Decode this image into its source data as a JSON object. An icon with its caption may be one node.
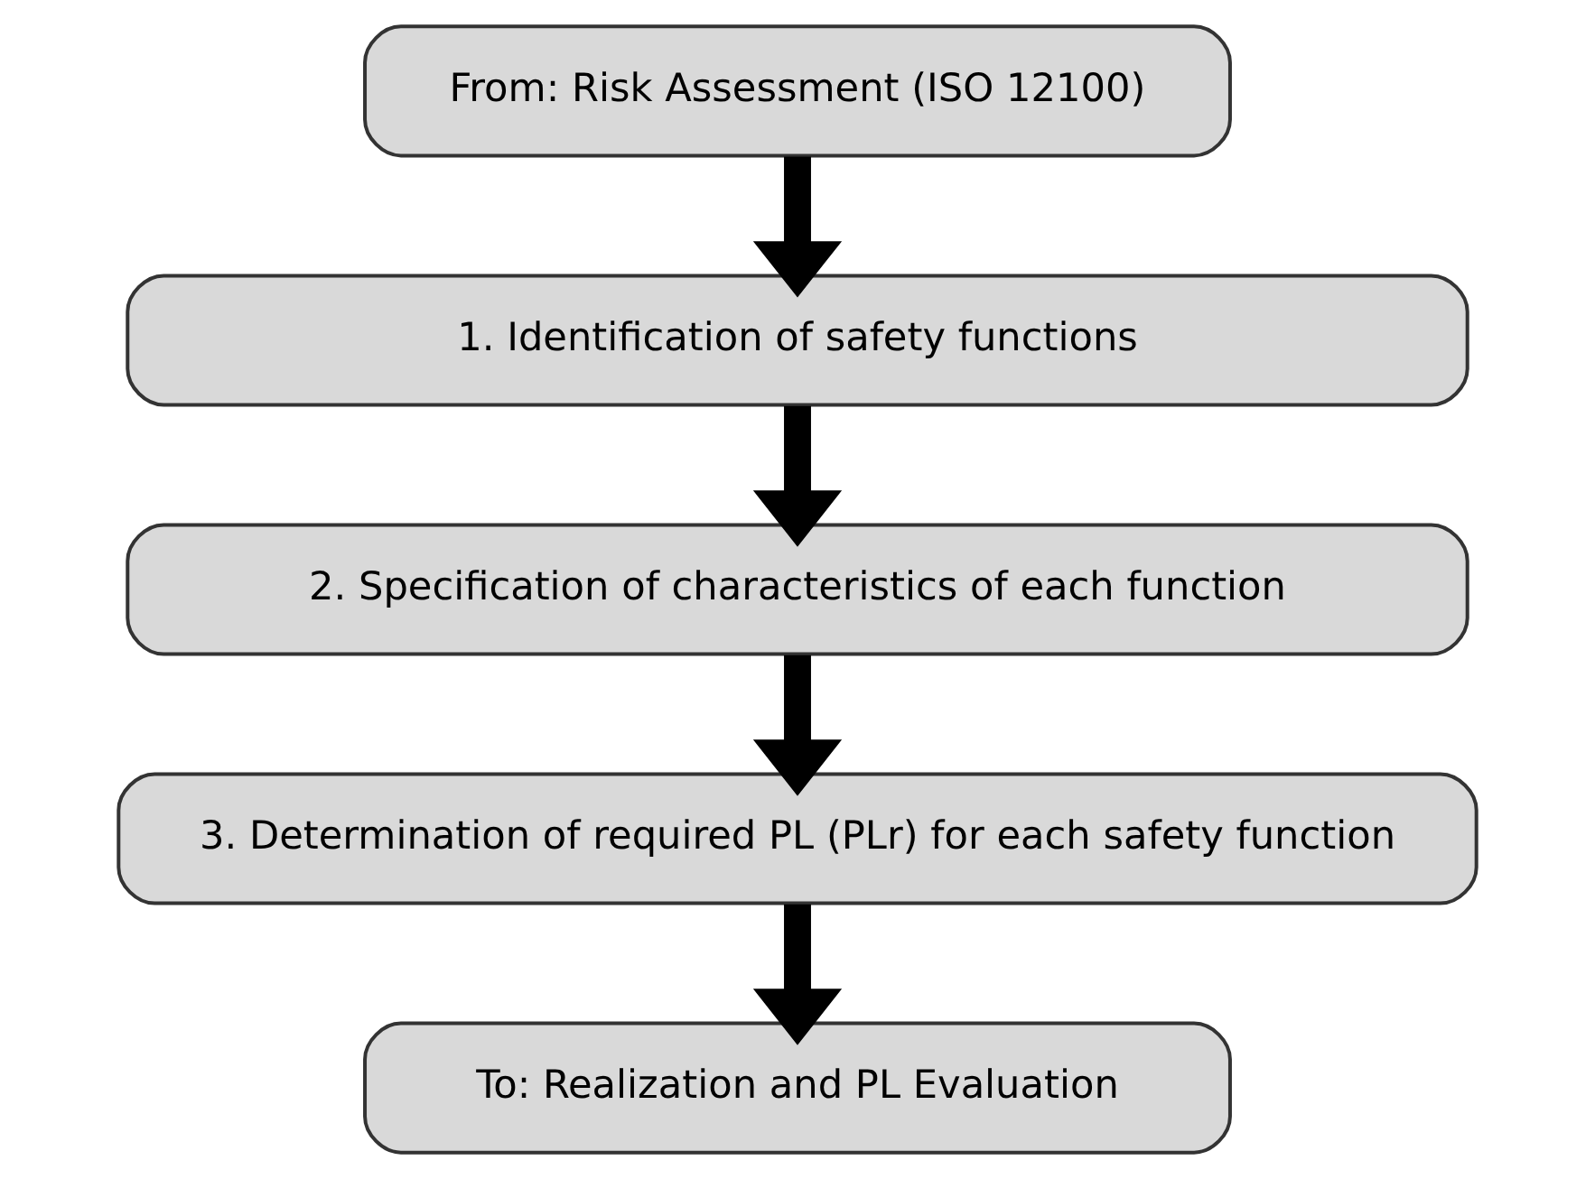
{
  "diagram": {
    "nodes": [
      {
        "text": [
          "From: Risk Assessment (ISO 12100)"
        ]
      },
      {
        "text": [
          "1. Identification of safety functions"
        ]
      },
      {
        "text": [
          "2. Specification of characteristics of each function"
        ]
      },
      {
        "text": [
          "3. Determination of required PL (PLr) for each safety function"
        ]
      },
      {
        "text": [
          "To: Realization and PL Evaluation"
        ]
      }
    ],
    "edges": [
      {
        "from": 0,
        "to": 1,
        "arrow": "to"
      },
      {
        "from": 1,
        "to": 2,
        "arrow": "to"
      },
      {
        "from": 2,
        "to": 3,
        "arrow": "to"
      },
      {
        "from": 3,
        "to": 4,
        "arrow": "to"
      }
    ]
  }
}
